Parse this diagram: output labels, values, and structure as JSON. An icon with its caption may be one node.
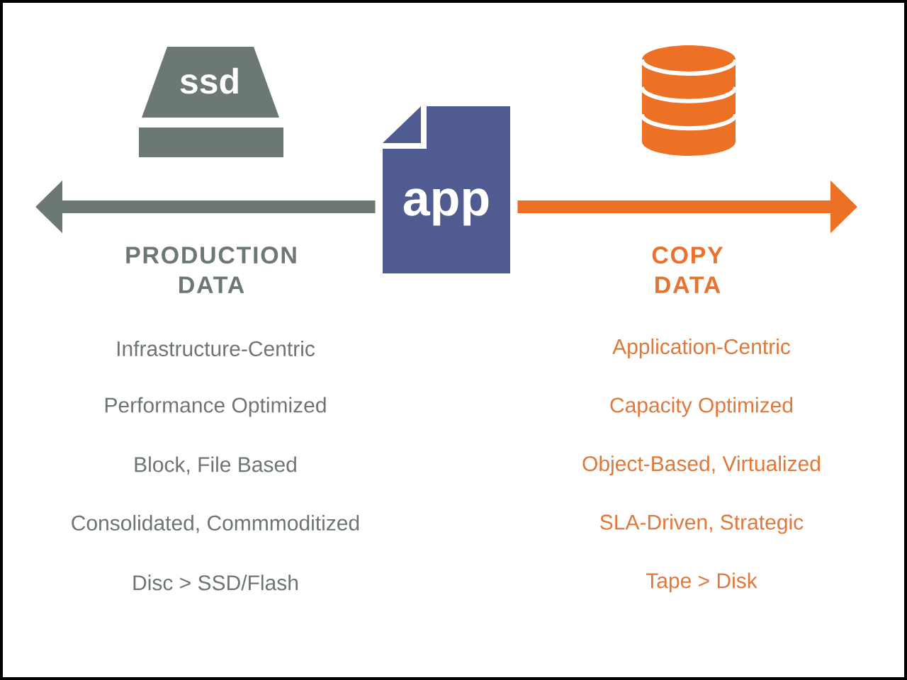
{
  "diagram": {
    "nodes": [
      {
        "text": [
          "ssd"
        ]
      },
      {
        "text": [],
        "shape": "cylinder"
      },
      {
        "text": [
          "app"
        ]
      }
    ],
    "edges": [
      {
        "from": 2,
        "to": null,
        "arrow": "to",
        "color": "#6b7875"
      },
      {
        "from": 2,
        "to": null,
        "arrow": "to",
        "color": "#ec7125"
      }
    ],
    "labels": [
      "PRODUCTION DATA",
      "COPY DATA",
      "Infrastructure-Centric",
      "Application-Centric",
      "Performance Optimized",
      "Capacity Optimized",
      "Block, File Based",
      "Object-Based, Virtualized",
      "Consolidated, Commmoditized",
      "SLA-Driven, Strategic",
      "Disc > SSD/Flash",
      "Tape > Disk"
    ]
  }
}
